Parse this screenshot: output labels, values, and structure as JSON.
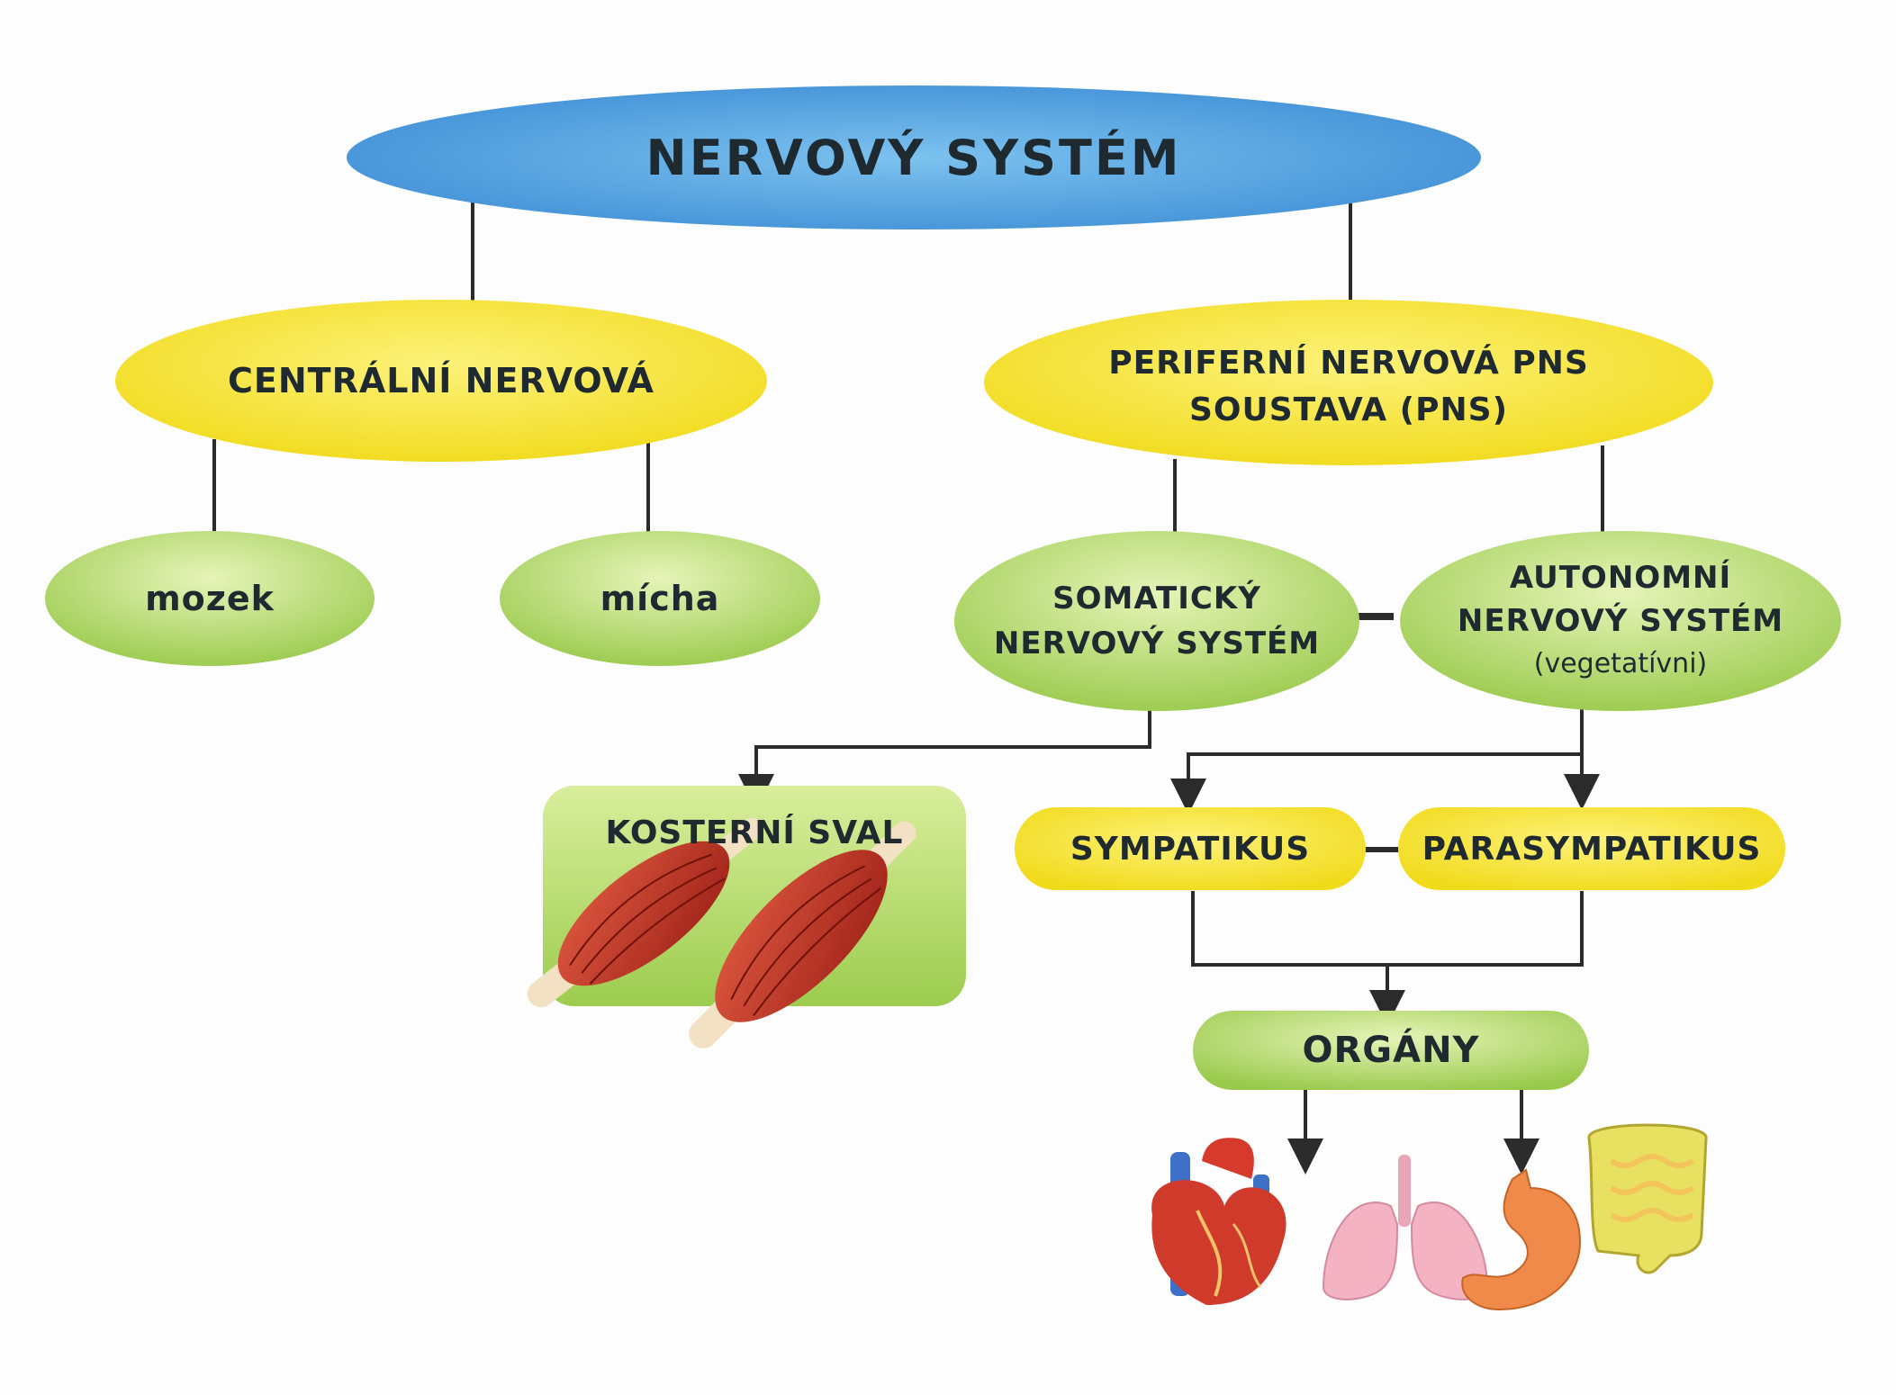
{
  "title": "NERVOVÝ SYSTÉM",
  "cns": "CENTRÁLNÍ NERVOVÁ",
  "pns": {
    "line1": "PERIFERNÍ NERVOVÁ  PNS",
    "line2": "SOUSTAVA (PNS)"
  },
  "brain": "mozek",
  "spinal_cord": "mícha",
  "somatic": {
    "line1": "SOMATICKÝ",
    "line2": "NERVOVÝ SYSTÉM"
  },
  "autonomic": {
    "line1": "AUTONOMNÍ",
    "line2": "NERVOVÝ SYSTÉM",
    "line3": "(vegetatívni)"
  },
  "skeletal_muscle": "KOSTERNÍ SVAL",
  "sympathetic": "SYMPATIKUS",
  "parasympathetic": "PARASYMPATIKUS",
  "organs": "ORGÁNY",
  "icons": [
    "muscle-icon",
    "heart-icon",
    "lungs-icon",
    "stomach-icon",
    "intestines-icon"
  ],
  "colors": {
    "blue": "#5aa8e0",
    "yellow": "#f7e635",
    "green": "#b5d96a"
  }
}
